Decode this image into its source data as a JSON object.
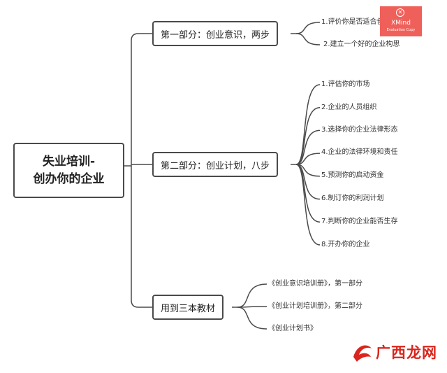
{
  "mindmap": {
    "root": {
      "line1": "失业培训-",
      "line2": "创办你的企业"
    },
    "branches": [
      {
        "label": "第一部分：创业意识，两步",
        "items": [
          "1.评价你是否适合创业",
          "2.建立一个好的企业构思"
        ]
      },
      {
        "label": "第二部分：创业计划，八步",
        "items": [
          "1.评估你的市场",
          "2.企业的人员组织",
          "3.选择你的企业法律形态",
          "4.企业的法律环境和责任",
          "5.预测你的启动资金",
          "6.制订你的利润计划",
          "7.判断你的企业能否生存",
          "8.开办你的企业"
        ]
      },
      {
        "label": "用到三本教材",
        "items": [
          "《创业意识培训册》，第一部分",
          "《创业计划培训册》，第二部分",
          "《创业计划书》"
        ]
      }
    ]
  },
  "badge": {
    "icon": "close-icon",
    "name": "XMind",
    "edition": "Evaluation Copy"
  },
  "watermark": {
    "text": "广西龙网",
    "icon": "dragon-logo-icon"
  },
  "colors": {
    "line": "#4a4a4a",
    "badge": "#f0605a",
    "watermark": "#d9251d"
  }
}
